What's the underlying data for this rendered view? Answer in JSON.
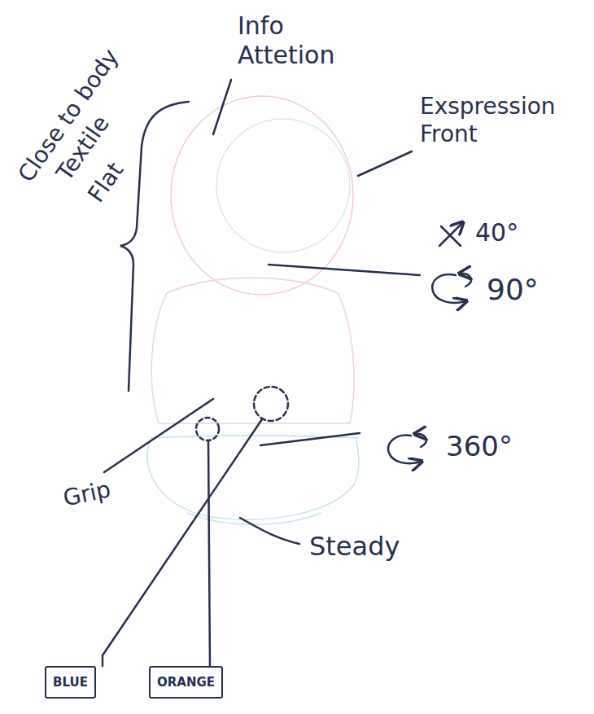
{
  "diagram": {
    "nodes": [
      {
        "text": [
          "BLUE"
        ]
      },
      {
        "text": [
          "ORANGE"
        ]
      }
    ],
    "labels": [
      "Info Attetion",
      "Close to body",
      "Textile",
      "Flat",
      "Exspression Front",
      "40°",
      "90°",
      "360°",
      "Grip",
      "Steady"
    ]
  }
}
